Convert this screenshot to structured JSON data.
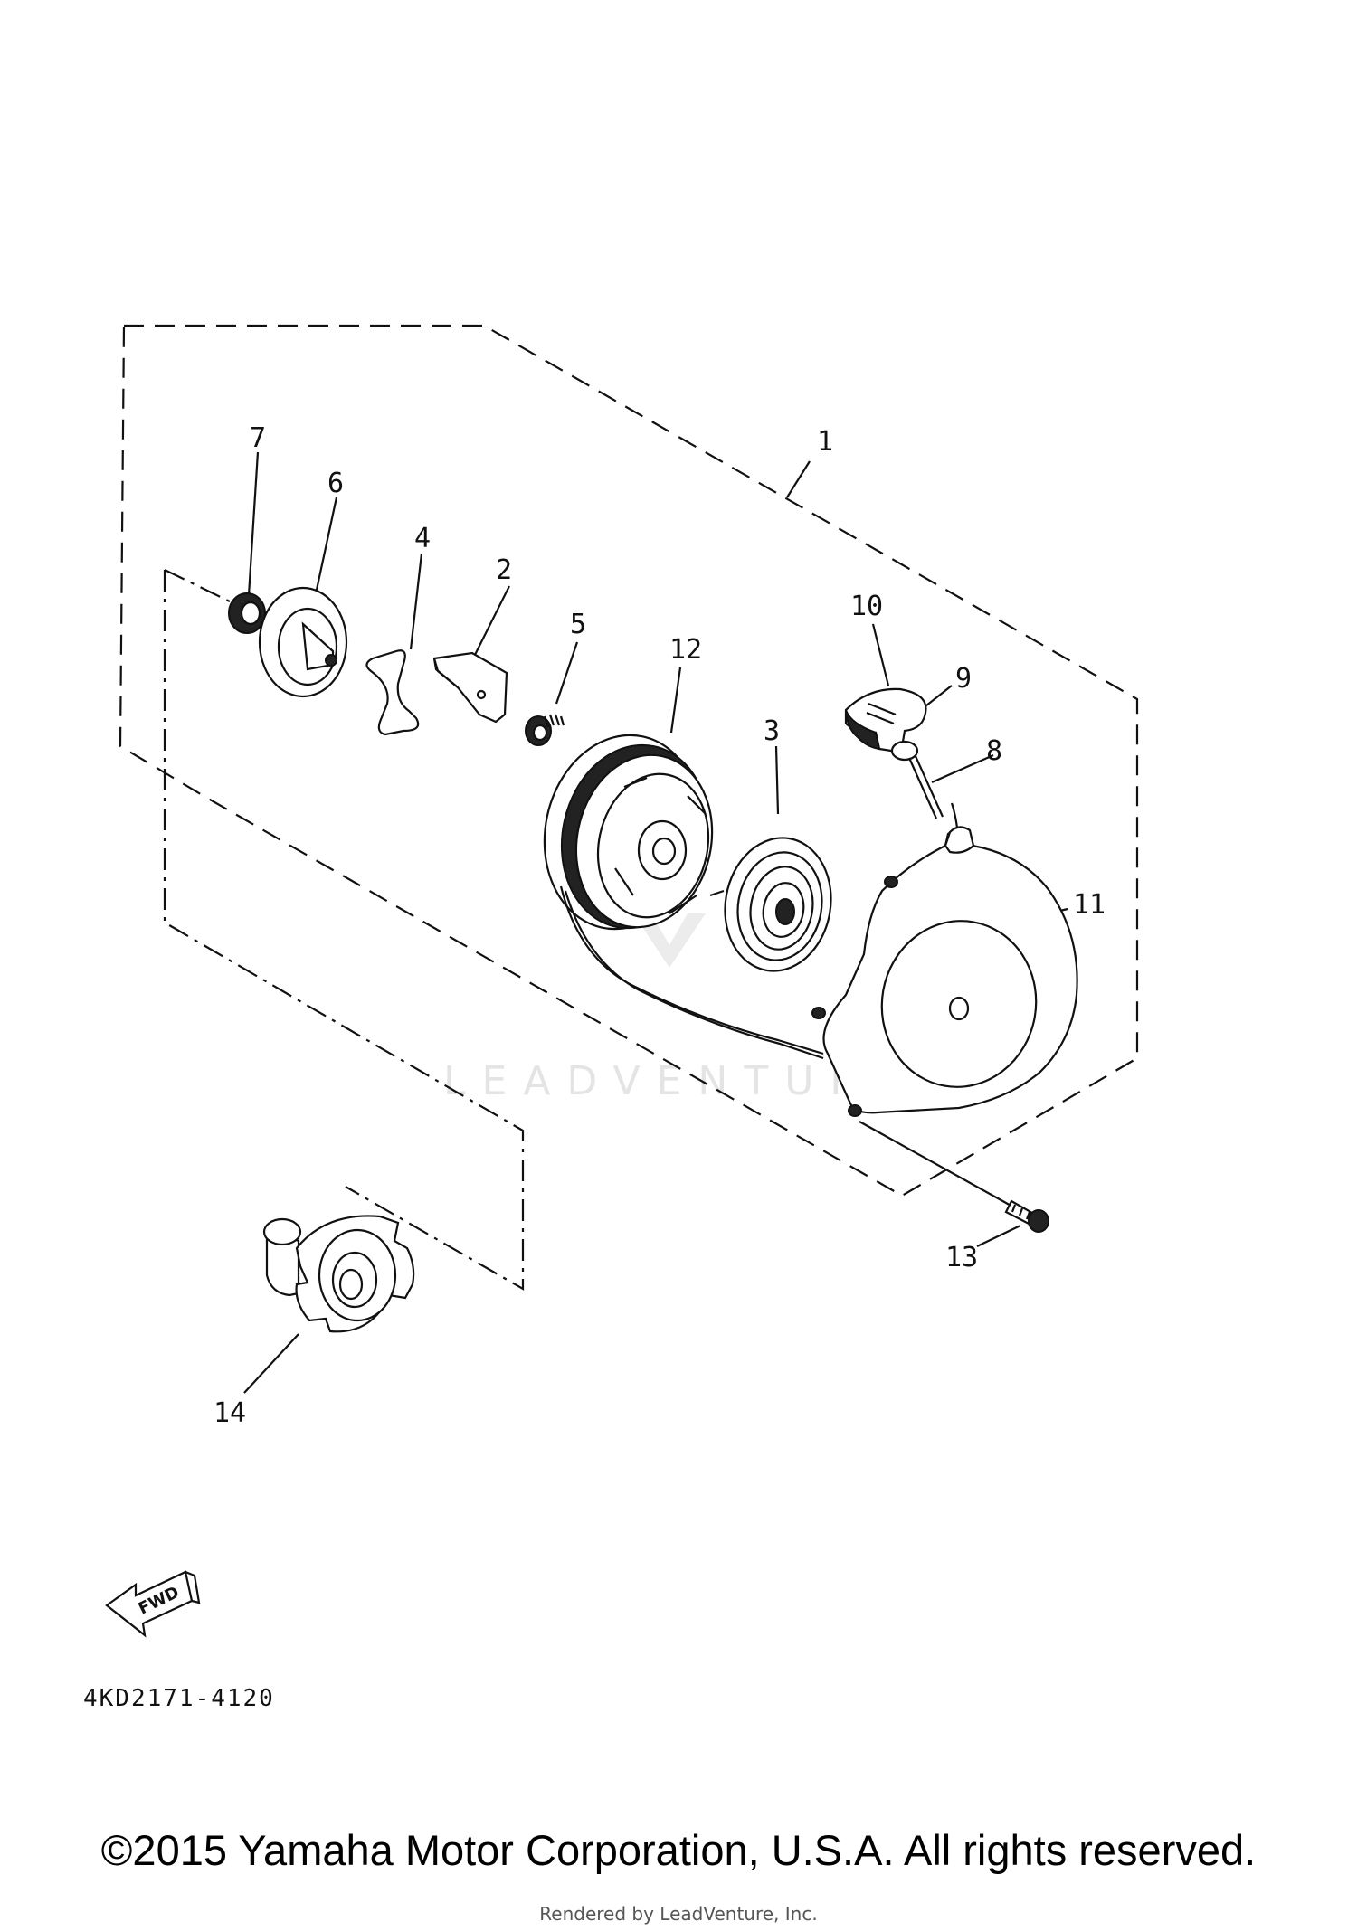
{
  "diagram": {
    "callouts": [
      "1",
      "2",
      "3",
      "4",
      "5",
      "6",
      "7",
      "8",
      "9",
      "10",
      "11",
      "12",
      "13",
      "14"
    ],
    "part_code": "4KD2171-4120",
    "fwd_label": "FWD",
    "watermark": "LEADVENTURE"
  },
  "footer": {
    "copyright": "©2015 Yamaha Motor Corporation, U.S.A. All rights reserved.",
    "rendered_by": "Rendered by LeadVenture, Inc."
  }
}
